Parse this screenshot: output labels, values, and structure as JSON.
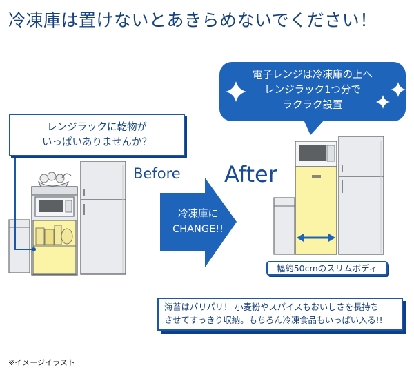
{
  "headline": "冷凍庫は置けないとあきらめないでください！",
  "problem_callout": {
    "line1": "レンジラックに乾物が",
    "line2": "いっぱいありませんか？"
  },
  "solution_bubble": {
    "line1": "電子レンジは冷凍庫の上へ",
    "line2": "レンジラック1つ分で",
    "line3": "ラクラク設置"
  },
  "before_label": "Before",
  "after_label": "After",
  "change_arrow": {
    "line1": "冷凍庫に",
    "line2": "CHANGE!!"
  },
  "width_badge": "幅約50cmのスリムボディ",
  "benefit_text": {
    "line1": "海苔はパリパリ！ 小麦粉やスパイスもおいしさを長持ち",
    "line2": "させてすっきり収納。もちろん冷凍食品もいっぱい入る!!"
  },
  "footnote": "※イメージイラスト",
  "colors": {
    "navy": "#17427c",
    "blue": "#1f64bb",
    "highlight_yellow": "#fbf3a6",
    "appliance_gray": "#e9ebee"
  }
}
